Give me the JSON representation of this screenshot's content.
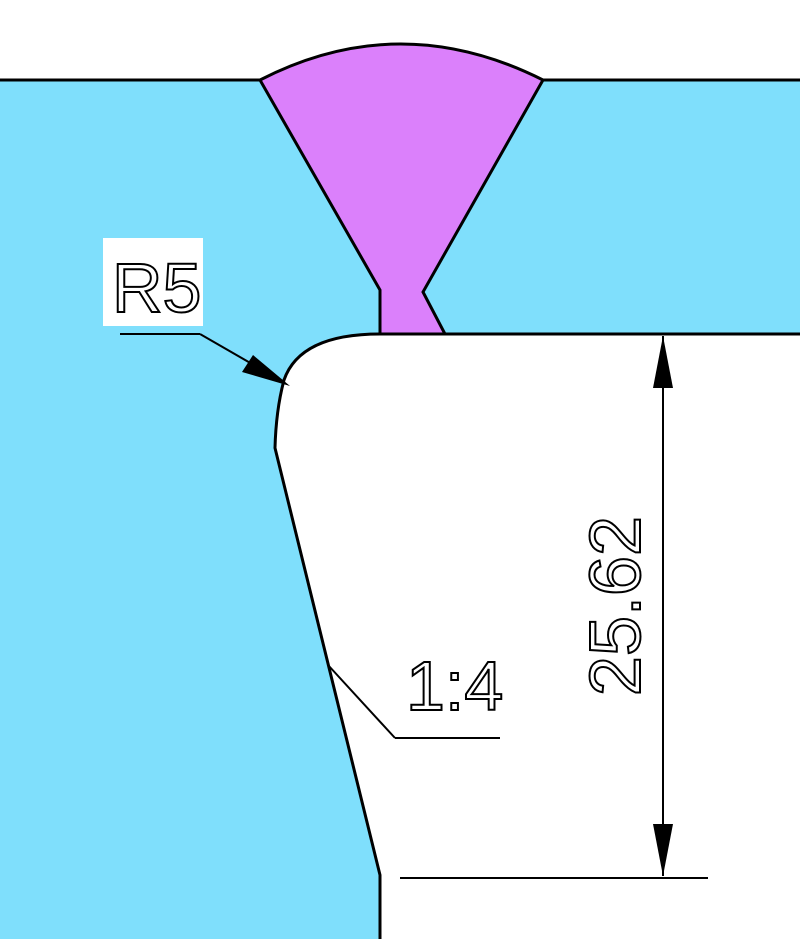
{
  "colors": {
    "base_metal": "#7fdffc",
    "weld": "#db80fb",
    "line": "#000000",
    "background": "#ffffff"
  },
  "annotations": {
    "radius_label": "R5",
    "taper_label": "1:4",
    "dimension_value": "25.62"
  }
}
